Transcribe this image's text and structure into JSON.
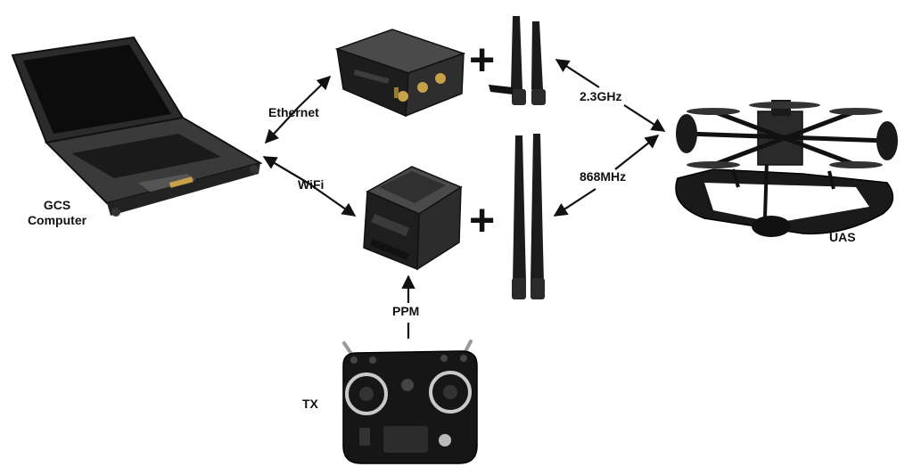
{
  "labels": {
    "gcs_line1": "GCS",
    "gcs_line2": "Computer",
    "ethernet": "Ethernet",
    "wifi": "WiFi",
    "freq_2_3": "2.3GHz",
    "freq_868": "868MHz",
    "ppm": "PPM",
    "tx": "TX",
    "uas": "UAS",
    "plus": "+"
  },
  "colors": {
    "ink": "#111111",
    "device_dark": "#1e1e1e",
    "device_mid": "#3a3a3a",
    "connector_gold": "#c8a24a",
    "screen": "#0c0c0c"
  },
  "icons": {
    "laptop": "laptop-icon",
    "router": "cellular-router-icon",
    "wifi_bridge": "radio-modem-icon",
    "antenna_short": "dual-antenna-2-3ghz-icon",
    "antenna_long": "dual-antenna-868mhz-icon",
    "drone": "hexacopter-drone-icon",
    "transmitter": "rc-transmitter-icon"
  }
}
